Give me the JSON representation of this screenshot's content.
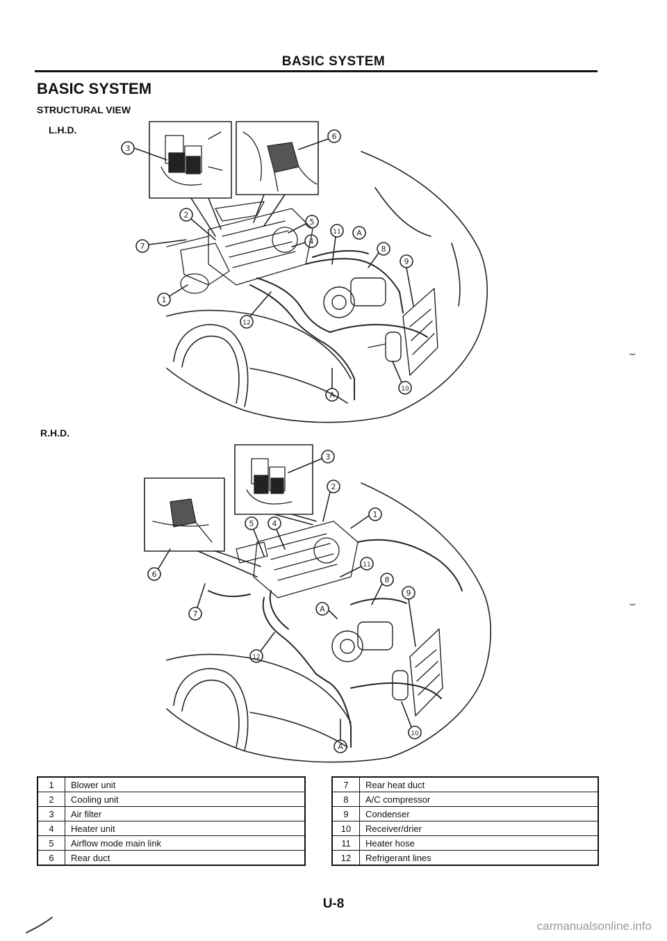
{
  "header": {
    "title": "BASIC SYSTEM"
  },
  "section": {
    "title": "BASIC SYSTEM",
    "subtitle": "STRUCTURAL VIEW"
  },
  "views": {
    "lhd": {
      "label": "L.H.D.",
      "callouts": [
        "3",
        "6",
        "2",
        "5",
        "11",
        "A",
        "7",
        "4",
        "8",
        "9",
        "1",
        "12",
        "10",
        "A"
      ]
    },
    "rhd": {
      "label": "R.H.D.",
      "callouts": [
        "3",
        "2",
        "5",
        "4",
        "1",
        "11",
        "6",
        "8",
        "9",
        "A",
        "7",
        "12",
        "10",
        "A"
      ]
    }
  },
  "legend": {
    "left": [
      {
        "num": "1",
        "desc": "Blower unit"
      },
      {
        "num": "2",
        "desc": "Cooling unit"
      },
      {
        "num": "3",
        "desc": "Air filter"
      },
      {
        "num": "4",
        "desc": "Heater unit"
      },
      {
        "num": "5",
        "desc": "Airflow mode main link"
      },
      {
        "num": "6",
        "desc": "Rear duct"
      }
    ],
    "right": [
      {
        "num": "7",
        "desc": "Rear heat duct"
      },
      {
        "num": "8",
        "desc": "A/C compressor"
      },
      {
        "num": "9",
        "desc": "Condenser"
      },
      {
        "num": "10",
        "desc": "Receiver/drier"
      },
      {
        "num": "11",
        "desc": "Heater hose"
      },
      {
        "num": "12",
        "desc": "Refrigerant lines"
      }
    ]
  },
  "footer": {
    "page_number": "U-8",
    "watermark": "carmanualsonline.info"
  }
}
